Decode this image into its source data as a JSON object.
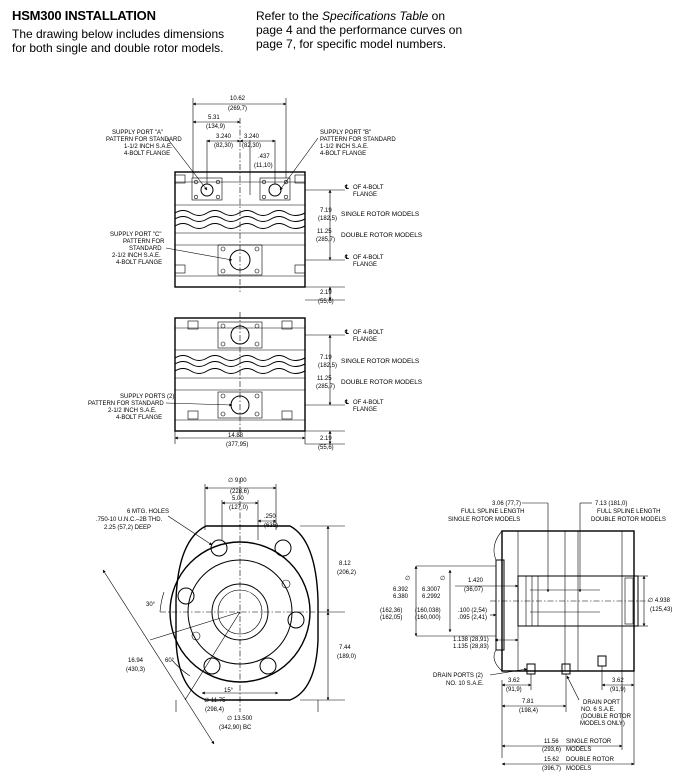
{
  "header": {
    "title": "HSM300 INSTALLATION",
    "left_text": "The drawing below includes dimensions for both single and double rotor models.",
    "right_pre": "Refer to the ",
    "right_italic": "Specifications Table",
    "right_post": " on page 4 and the performance curves on page 7, for specific model numbers."
  },
  "top_view": {
    "dim_overall": "10.62",
    "dim_overall_mm": "(269,7)",
    "dim_half": "5.31",
    "dim_half_mm": "(134,9)",
    "dim_port_left": "3.240",
    "dim_port_left_mm": "(82,30)",
    "dim_port_right": "3.240",
    "dim_port_right_mm": "(82,30)",
    "dim_offset": ".437",
    "dim_offset_mm": "(11,10)",
    "port_a": [
      "SUPPLY PORT \"A\"",
      "PATTERN FOR STANDARD",
      "1-1/2 INCH S.A.E.",
      "4-BOLT FLANGE"
    ],
    "port_b": [
      "SUPPLY PORT \"B\"",
      "PATTERN FOR STANDARD",
      "1-1/2 INCH S.A.E.",
      "4-BOLT FLANGE"
    ],
    "port_c": [
      "SUPPLY PORT \"C\"",
      "PATTERN FOR",
      "STANDARD",
      "2-1/2 INCH S.A.E.",
      "4-BOLT FLANGE"
    ],
    "cl_flange_top": [
      "OF 4-BOLT",
      "FLANGE"
    ],
    "cl_flange_bottom": [
      "OF 4-BOLT",
      "FLANGE"
    ],
    "single_dim": "7.19",
    "single_dim_mm": "(182,5)",
    "single_label": "SINGLE ROTOR MODELS",
    "double_dim": "11.25",
    "double_dim_mm": "(285,7)",
    "double_label": "DOUBLE ROTOR MODELS",
    "bottom_dim": "2.19",
    "bottom_dim_mm": "(55,6)"
  },
  "mid_view": {
    "cl_flange_top": [
      "OF 4-BOLT",
      "FLANGE"
    ],
    "cl_flange_bottom": [
      "OF 4-BOLT",
      "FLANGE"
    ],
    "single_dim": "7.19",
    "single_dim_mm": "(182,5)",
    "single_label": "SINGLE ROTOR MODELS",
    "double_dim": "11.25",
    "double_dim_mm": "(285,7)",
    "double_label": "DOUBLE ROTOR MODELS",
    "ports": [
      "SUPPLY PORTS (2)",
      "PATTERN FOR STANDARD",
      "2-1/2 INCH S.A.E.",
      "4-BOLT FLANGE"
    ],
    "width_dim": "14.88",
    "width_dim_mm": "(377,95)",
    "bottom_dim": "2.19",
    "bottom_dim_mm": "(55,6)"
  },
  "front_view": {
    "dia_900": "∅ 9.00",
    "dia_900_mm": "(228,6)",
    "dim_500": "5.00",
    "dim_500_mm": "(127,0)",
    "dim_250": ".250",
    "dim_250_mm": "(635)",
    "holes": [
      "6 MTG. HOLES",
      ".750-10 U.N.C.–2B THD.",
      "2.25 (57,2) DEEP"
    ],
    "angle_30": "30°",
    "angle_60": "60°",
    "angle_15": "15°",
    "dim_812": "8.12",
    "dim_812_mm": "(206,2)",
    "dim_744": "7.44",
    "dim_744_mm": "(189,0)",
    "dim_1694": "16.94",
    "dim_1694_mm": "(430,3)",
    "dia_1175": "∅ 11.75",
    "dia_1175_mm": "(298,4)",
    "dia_13500": "∅ 13.500",
    "dia_13500_mm": "(342,90) BC"
  },
  "side_view": {
    "spline_single": [
      "3.06 (77,7)",
      "FULL SPLINE LENGTH",
      "SINGLE ROTOR MODELS"
    ],
    "spline_double": [
      "7.13 (181,0)",
      "FULL SPLINE LENGTH",
      "DOUBLE ROTOR MODELS"
    ],
    "dia_6392": "6.392",
    "dia_6380": "6.380",
    "dia_6392_mm": "(162,36)",
    "dia_6380_mm": "(162,05)",
    "dia_63007": "6.3007",
    "dia_62992": "6.2992",
    "dia_63007_mm": "(160,038)",
    "dia_62992_mm": "(160,000)",
    "dim_1420": "1.420",
    "dim_1420_mm": "(36,07)",
    "dim_100": ".100 (2,54)",
    "dim_095": ".095 (2,41)",
    "dim_1138": "1.138 (28,91)",
    "dim_1135": "1.135 (28,83)",
    "dia_4938": "∅ 4.938",
    "dia_4938_mm": "(125,43)",
    "drain_ports": [
      "DRAIN PORTS (2)",
      "NO. 10 S.A.E."
    ],
    "dim_362_l": "3.62",
    "dim_362_l_mm": "(91,9)",
    "dim_362_r": "3.62",
    "dim_362_r_mm": "(91,9)",
    "dim_781": "7.81",
    "dim_781_mm": "(198,4)",
    "drain_port": [
      "DRAIN PORT",
      "NO. 6 S.A.E.",
      "(DOUBLE ROTOR",
      "MODELS ONLY)"
    ],
    "dim_1156": "11.56",
    "dim_1156_mm": "(293,6)",
    "dim_1156_label": [
      "SINGLE ROTOR",
      "MODELS"
    ],
    "dim_1562": "15.62",
    "dim_1562_mm": "(396,7)",
    "dim_1562_label": [
      "DOUBLE ROTOR",
      "MODELS"
    ]
  }
}
